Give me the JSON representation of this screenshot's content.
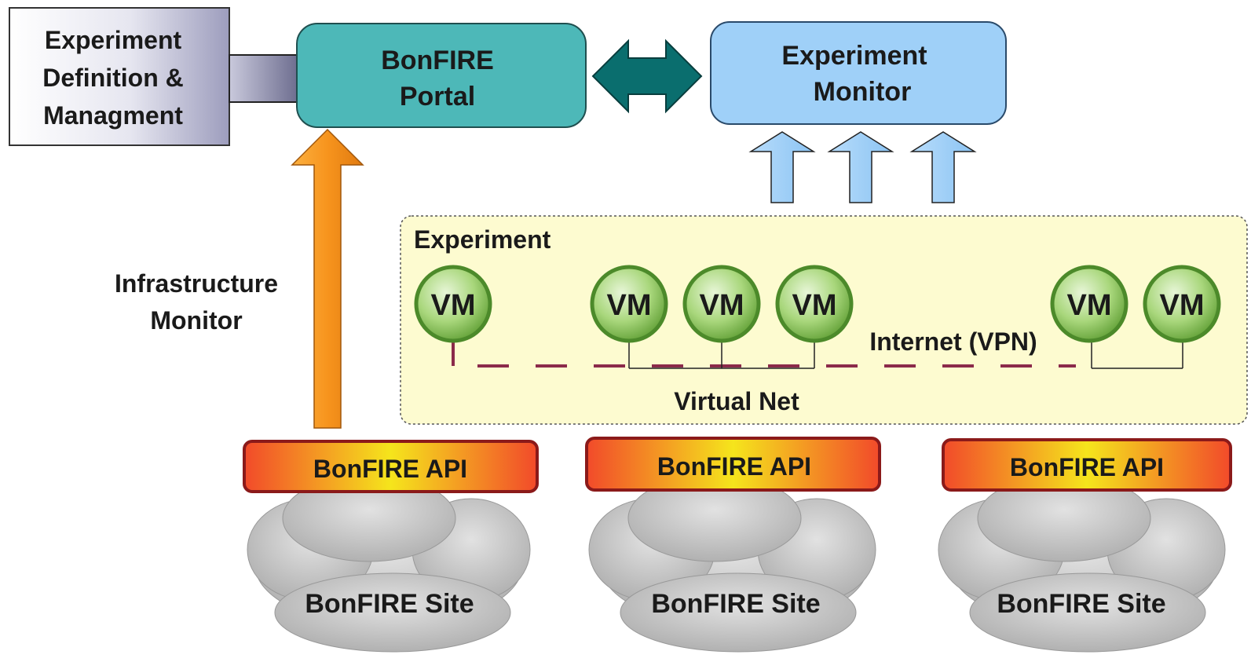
{
  "definition_box": {
    "lines": [
      "Experiment",
      "Definition &",
      "Managment"
    ]
  },
  "portal": {
    "lines": [
      "BonFIRE",
      "Portal"
    ]
  },
  "monitor": {
    "lines": [
      "Experiment",
      "Monitor"
    ]
  },
  "infra_monitor": {
    "lines": [
      "Infrastructure",
      "Monitor"
    ]
  },
  "experiment": {
    "title": "Experiment",
    "vm_label": "VM",
    "internet_label": "Internet (VPN)",
    "virtual_net_label": "Virtual Net"
  },
  "sites": [
    {
      "api_label": "BonFIRE API",
      "site_label": "BonFIRE Site"
    },
    {
      "api_label": "BonFIRE API",
      "site_label": "BonFIRE Site"
    },
    {
      "api_label": "BonFIRE API",
      "site_label": "BonFIRE Site"
    }
  ],
  "colors": {
    "portal": "#4db8b8",
    "monitor": "#9fd0f8",
    "experiment_bg": "#fdfbd0",
    "vm_green": "#7bbf4a",
    "api_border": "#8b1a1a",
    "infra_arrow": "#f7941d",
    "link_arrow": "#0a6e6e",
    "vpn_dash": "#8b2a4a"
  }
}
